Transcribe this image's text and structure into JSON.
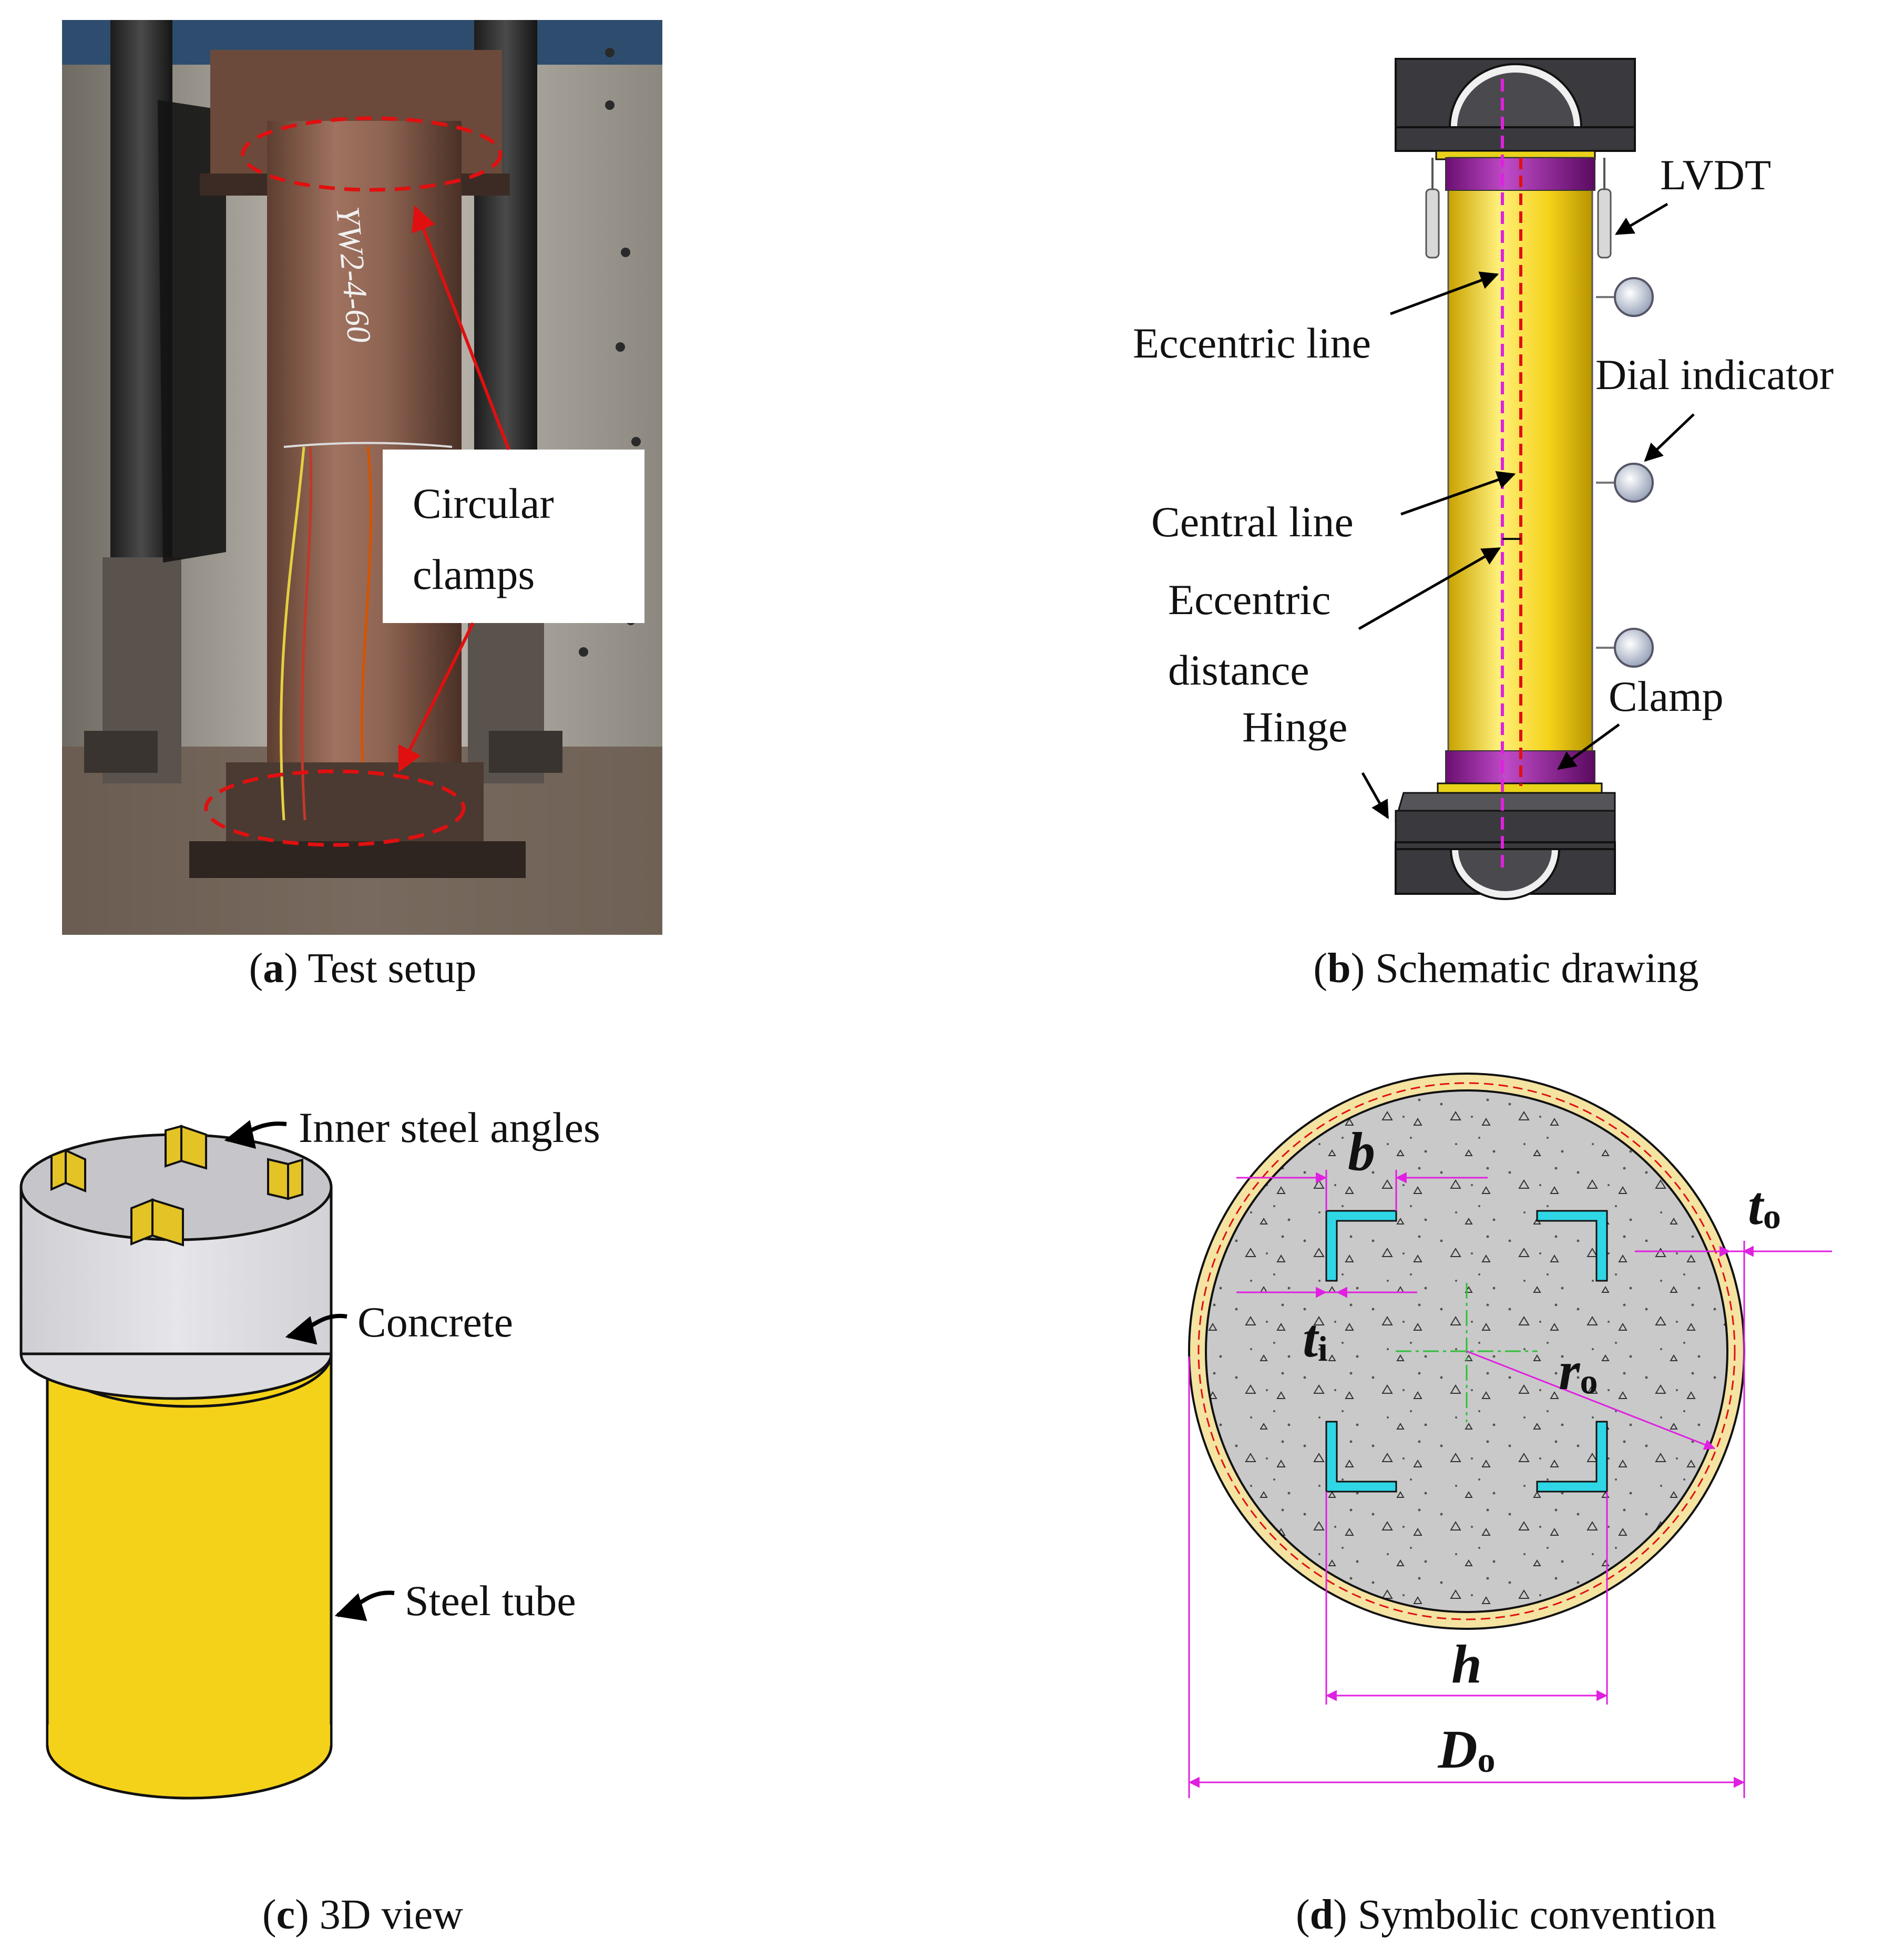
{
  "panel_a": {
    "callout_line1": "Circular",
    "callout_line2": "clamps",
    "caption_letter": "a",
    "caption_text": " Test setup",
    "specimen_mark": "YW2-4-60"
  },
  "panel_b": {
    "labels": {
      "lvdt": "LVDT",
      "eccentric_line": "Eccentric line",
      "dial_indicator": "Dial indicator",
      "central_line": "Central line",
      "eccentric_distance_1": "Eccentric",
      "eccentric_distance_2": "distance",
      "hinge": "Hinge",
      "clamp": "Clamp"
    },
    "caption_letter": "b",
    "caption_text": " Schematic drawing"
  },
  "panel_c": {
    "labels": {
      "inner_angles": "Inner steel angles",
      "concrete": "Concrete",
      "steel_tube": "Steel tube"
    },
    "caption_letter": "c",
    "caption_text": " 3D view"
  },
  "panel_d": {
    "symbols": {
      "b": "b",
      "t_o": "t",
      "t_o_sub": "o",
      "t_i": "t",
      "t_i_sub": "i",
      "r_o": "r",
      "r_o_sub": "o",
      "h": "h",
      "D_o": "D",
      "D_o_sub": "o"
    },
    "caption_letter": "d",
    "caption_text": " Symbolic convention"
  },
  "colors": {
    "steel_tube": "#F5D21A",
    "clamp": "#9B1FA0",
    "fixture": "#3A3A3E",
    "eccentric_line": "#E020E0",
    "central_line": "#E01010",
    "angle_steel": "#2FD6E6",
    "dimension": "#E020E0",
    "concrete": "#C9C9C9",
    "callout_ellipse": "#E01010"
  }
}
